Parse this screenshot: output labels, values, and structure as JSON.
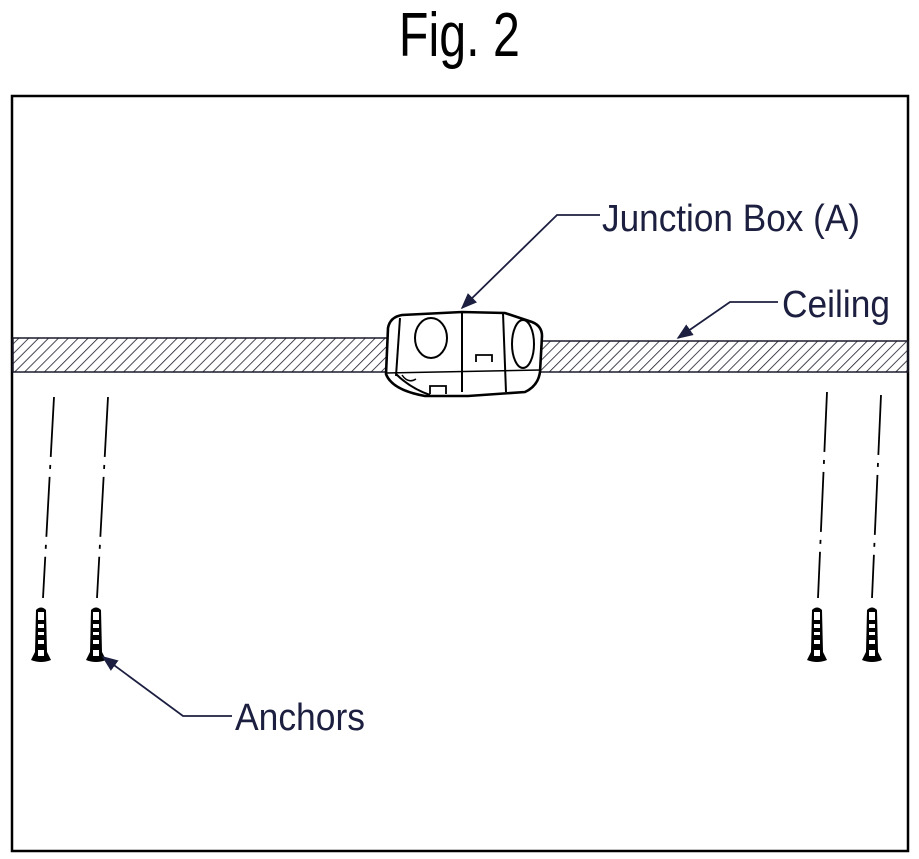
{
  "figure": {
    "title": "Fig. 2",
    "labels": {
      "junction_box": "Junction Box (A)",
      "ceiling": "Ceiling",
      "anchors": "Anchors"
    },
    "colors": {
      "label_text": "#1c1f3f",
      "leader_line": "#1c1f3f",
      "outline": "#000000",
      "background": "#ffffff"
    },
    "components": [
      {
        "name": "ceiling",
        "style": "hatched-section"
      },
      {
        "name": "junction-box",
        "count": 1
      },
      {
        "name": "anchor",
        "count": 4
      }
    ]
  }
}
